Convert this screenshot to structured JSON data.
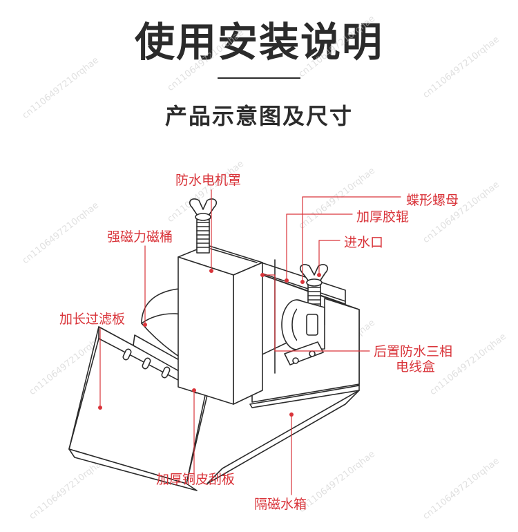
{
  "title": "使用安装说明",
  "subtitle": "产品示意图及尺寸",
  "watermark": "cn1106497210rqhae",
  "accent_color": "#d9343a",
  "labels": {
    "motor_cover": "防水电机罩",
    "butterfly_nut": "蝶形螺母",
    "rubber_roller": "加厚胶辊",
    "magnetic_drum": "强磁力磁桶",
    "water_inlet": "进水口",
    "filter_plate": "加长过滤板",
    "junction_box_line1": "后置防水三相",
    "junction_box_line2": "电线盒",
    "scraper": "加厚铜皮刮板",
    "water_tank": "隔磁水箱"
  }
}
